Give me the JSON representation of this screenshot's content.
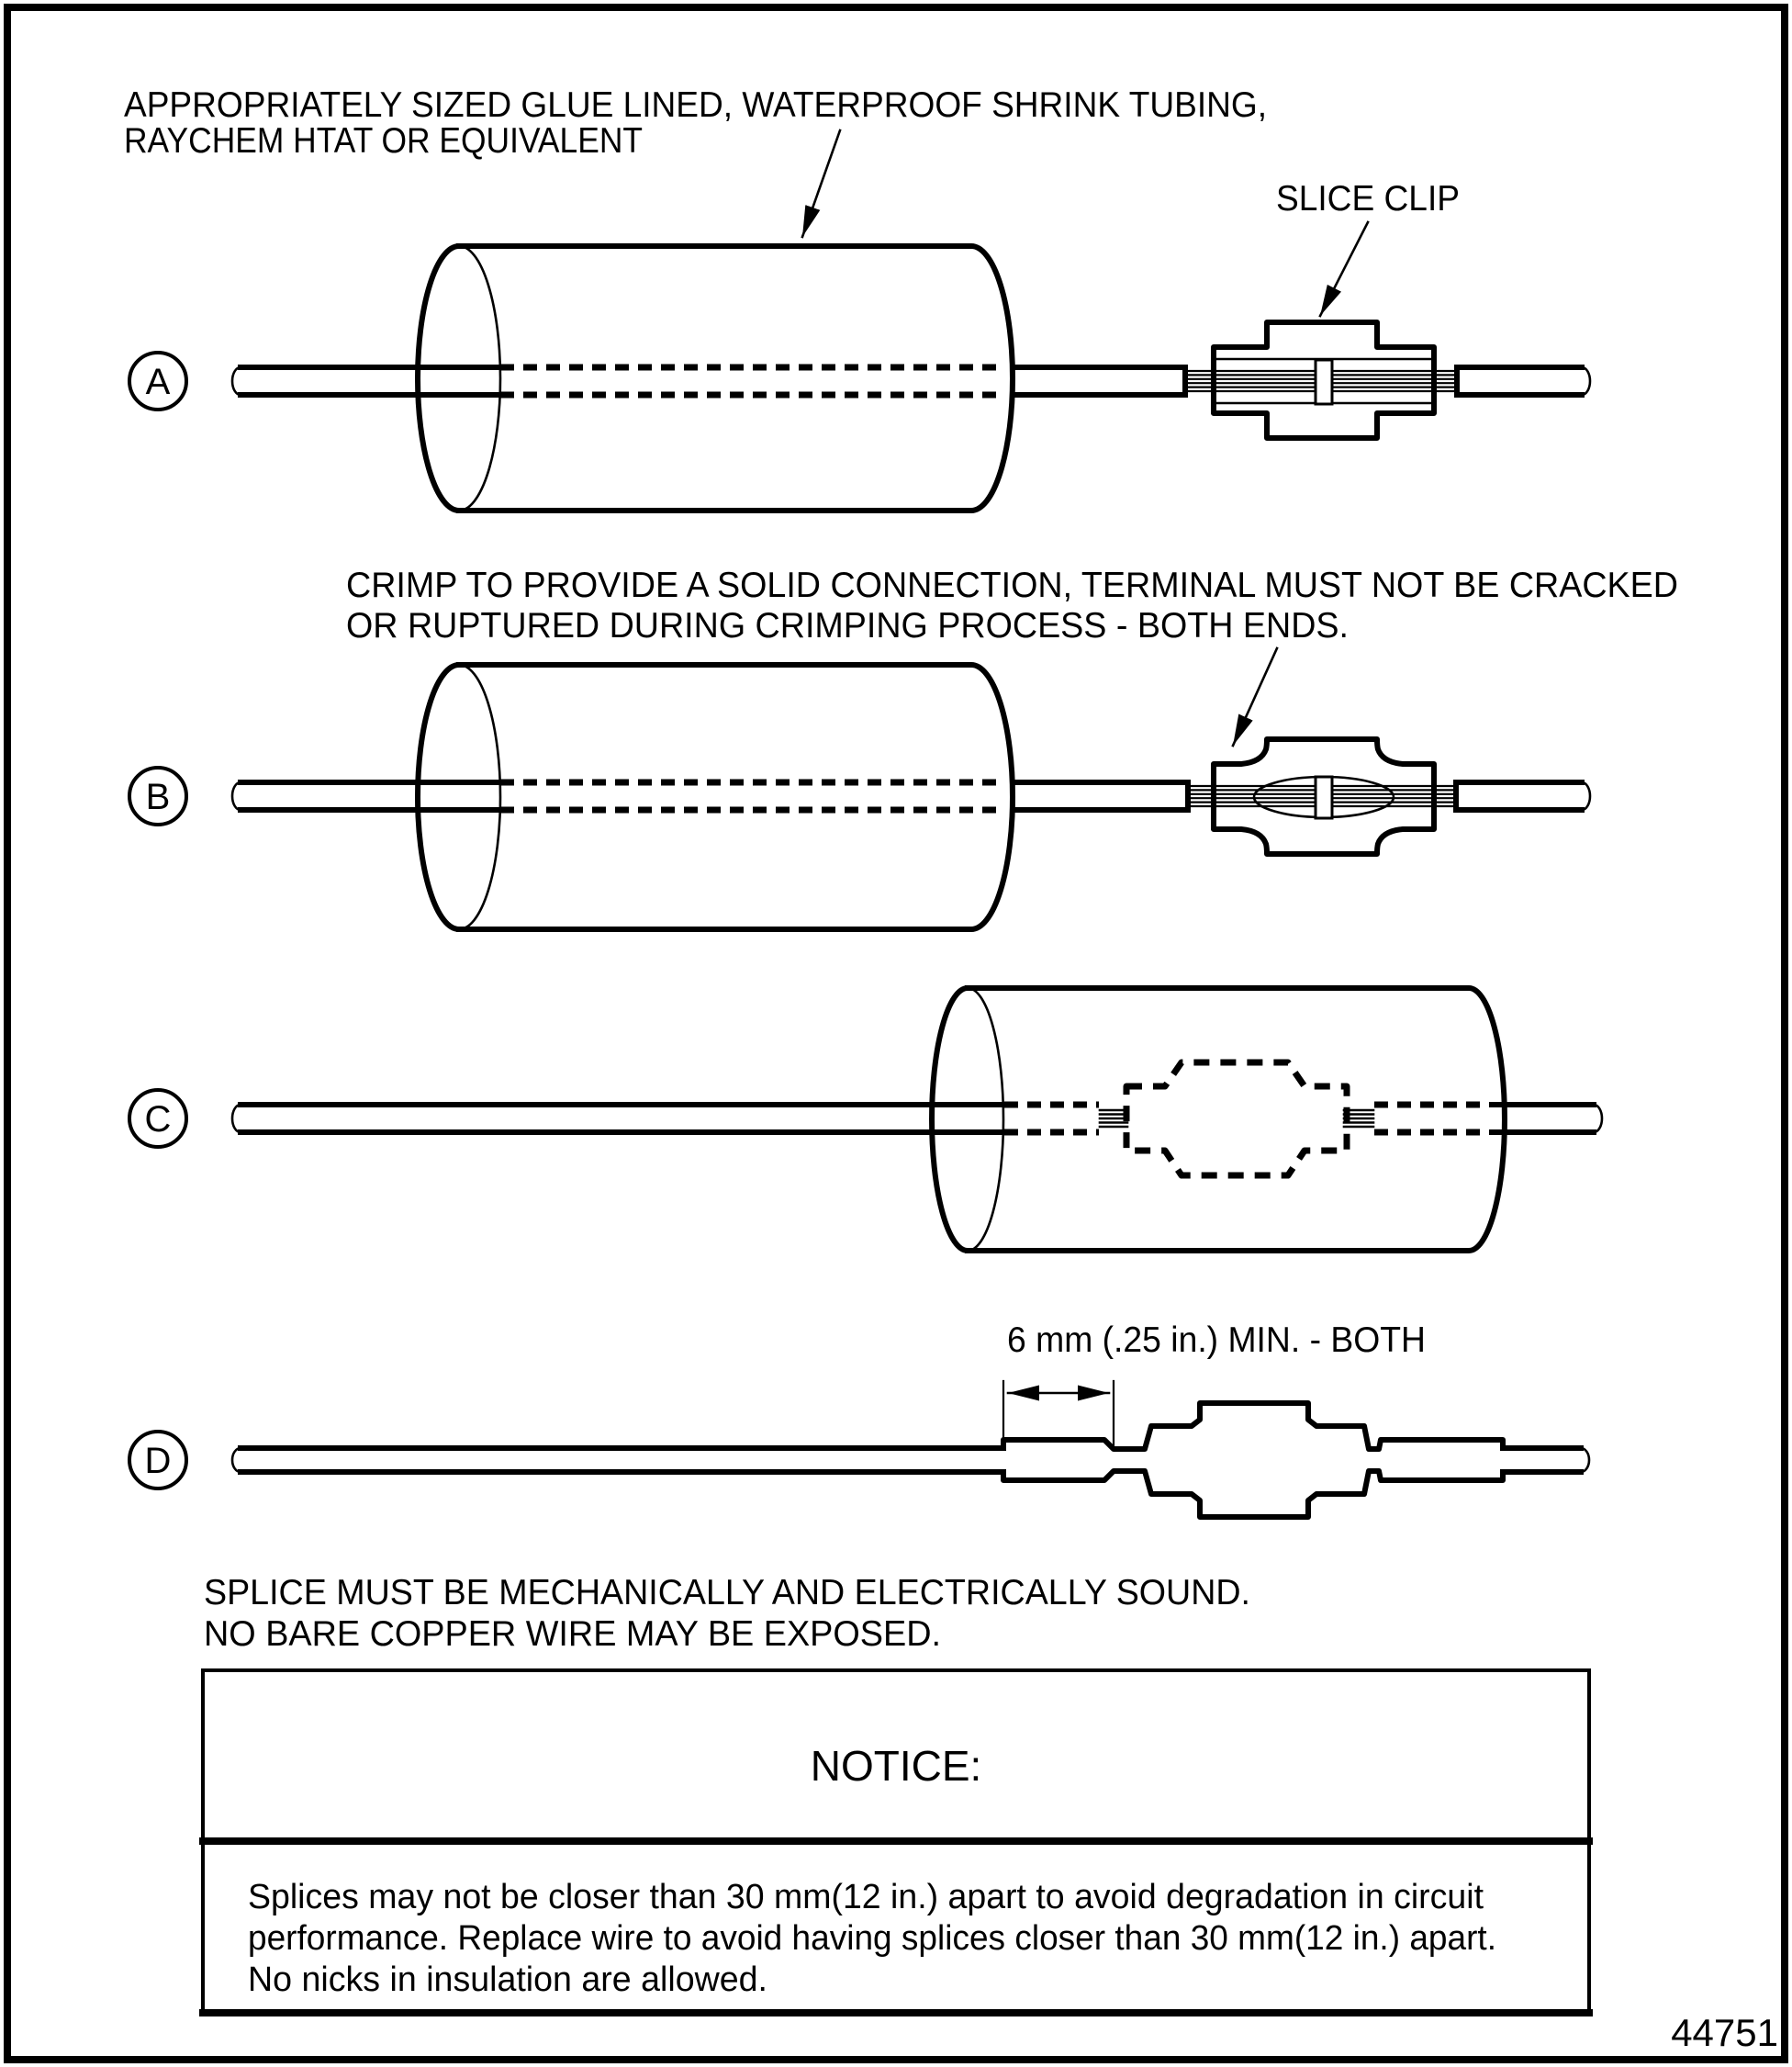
{
  "page": {
    "figure_number": "44751",
    "colors": {
      "ink": "#000000",
      "paper": "#ffffff"
    },
    "labels": {
      "a": "A",
      "b": "B",
      "c": "C",
      "d": "D"
    },
    "annotations": {
      "shrink_tubing_line1": "APPROPRIATELY SIZED GLUE LINED, WATERPROOF SHRINK TUBING,",
      "shrink_tubing_line2": "RAYCHEM HTAT OR EQUIVALENT",
      "slice_clip": "SLICE CLIP",
      "crimp_line1": "CRIMP TO PROVIDE A SOLID CONNECTION, TERMINAL MUST NOT BE CRACKED",
      "crimp_line2": "OR RUPTURED DURING CRIMPING PROCESS - BOTH ENDS.",
      "dimension": "6 mm (.25 in.) MIN. - BOTH",
      "splice_note_line1": "SPLICE MUST BE MECHANICALLY AND ELECTRICALLY SOUND.",
      "splice_note_line2": "NO BARE COPPER WIRE MAY BE EXPOSED."
    },
    "notice": {
      "title": "NOTICE:",
      "body_line1": "Splices may not be closer than 30 mm(12 in.) apart to avoid degradation in circuit",
      "body_line2": "performance. Replace wire to avoid having splices closer than 30 mm(12 in.) apart.",
      "body_line3": "No nicks in insulation are allowed."
    }
  }
}
